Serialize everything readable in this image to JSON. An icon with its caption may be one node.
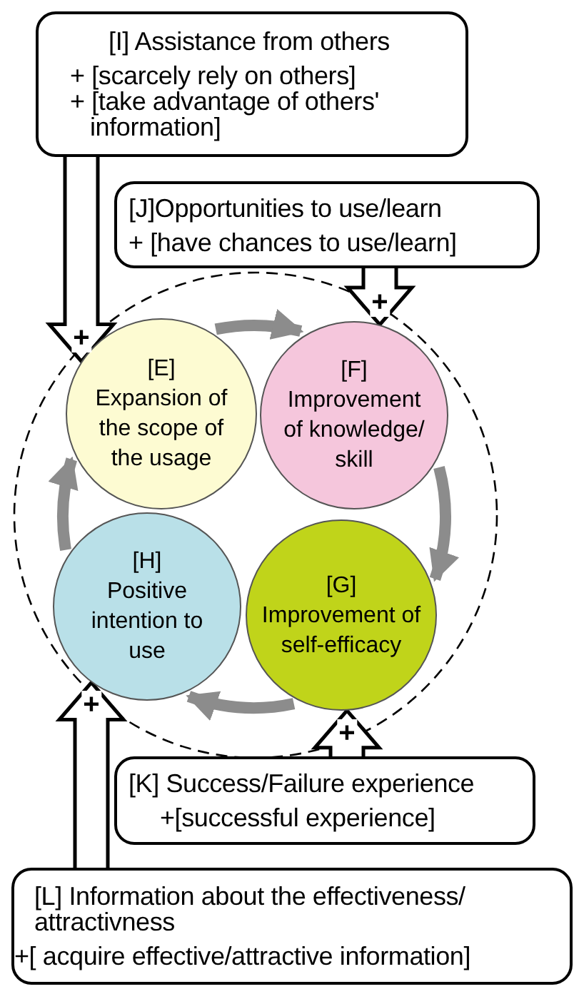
{
  "diagram": {
    "nodes": [
      {
        "text": [
          "[I] Assistance from others",
          "+ [scarcely rely on others]",
          "+ [take advantage of others' information]"
        ]
      },
      {
        "text": [
          "[J]Opportunities to use/learn",
          "+ [have chances to use/learn]"
        ]
      },
      {
        "text": [
          "[E]",
          "Expansion of the scope of the usage"
        ]
      },
      {
        "text": [
          "[F]",
          "Improvement of knowledge/ skill"
        ]
      },
      {
        "text": [
          "[H]",
          "Positive intention to use"
        ]
      },
      {
        "text": [
          "[G]",
          "Improvement of self-efficacy"
        ]
      },
      {
        "text": [
          "[K] Success/Failure experience",
          "+[successful experience]"
        ]
      },
      {
        "text": [
          "[L] Information about the effectiveness/ attractivness",
          "+[ acquire effective/attractive information]"
        ]
      }
    ],
    "edges": [
      {
        "from": 0,
        "to": 2,
        "arrow": "to",
        "label": "+"
      },
      {
        "from": 1,
        "to": 3,
        "arrow": "to",
        "label": "+"
      },
      {
        "from": 2,
        "to": 3,
        "arrow": "to",
        "color": "#8c8c8c"
      },
      {
        "from": 3,
        "to": 5,
        "arrow": "to",
        "color": "#8c8c8c"
      },
      {
        "from": 5,
        "to": 4,
        "arrow": "to",
        "color": "#8c8c8c"
      },
      {
        "from": 4,
        "to": 2,
        "arrow": "to",
        "color": "#8c8c8c"
      },
      {
        "from": 6,
        "to": 5,
        "arrow": "to",
        "label": "+"
      },
      {
        "from": 7,
        "to": 4,
        "arrow": "to",
        "label": "+"
      }
    ]
  }
}
